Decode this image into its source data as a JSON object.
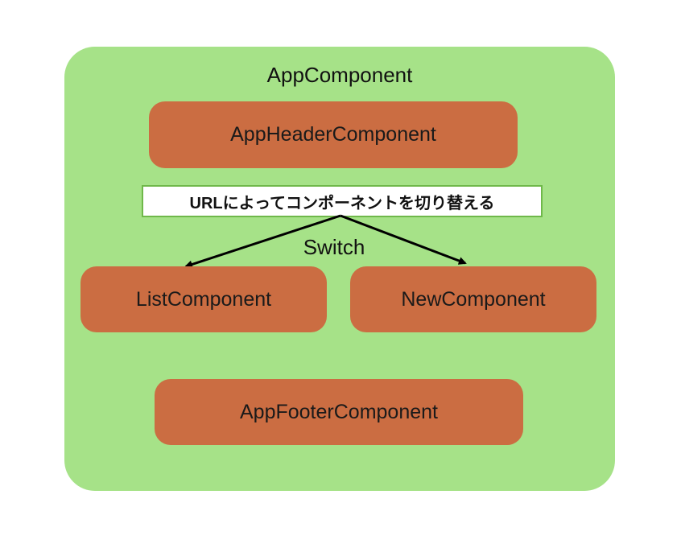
{
  "diagram": {
    "container_label": "AppComponent",
    "header_component": "AppHeaderComponent",
    "note": "URLによってコンポーネントを切り替える",
    "switch_label": "Switch",
    "list_component": "ListComponent",
    "new_component": "NewComponent",
    "footer_component": "AppFooterComponent"
  },
  "colors": {
    "container": "#a6e288",
    "component": "#cb6d42",
    "note_border": "#6fb84a"
  }
}
